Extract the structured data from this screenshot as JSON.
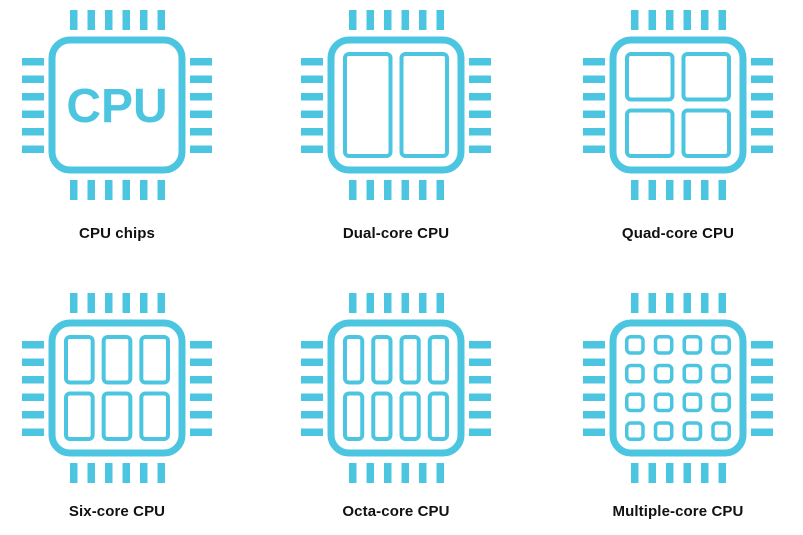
{
  "accent_color": "#4CC6E0",
  "text_color": "#111111",
  "icons": [
    {
      "label": "CPU chips",
      "core_layout": "text",
      "chip_text": "CPU",
      "icon": "cpu-chip-icon"
    },
    {
      "label": "Dual-core CPU",
      "core_layout": "1x2",
      "icon": "dual-core-cpu-icon"
    },
    {
      "label": "Quad-core CPU",
      "core_layout": "2x2",
      "icon": "quad-core-cpu-icon"
    },
    {
      "label": "Six-core CPU",
      "core_layout": "2x3",
      "icon": "six-core-cpu-icon"
    },
    {
      "label": "Octa-core CPU",
      "core_layout": "2x4",
      "icon": "octa-core-cpu-icon"
    },
    {
      "label": "Multiple-core CPU",
      "core_layout": "4x4",
      "icon": "multiple-core-cpu-icon"
    }
  ]
}
